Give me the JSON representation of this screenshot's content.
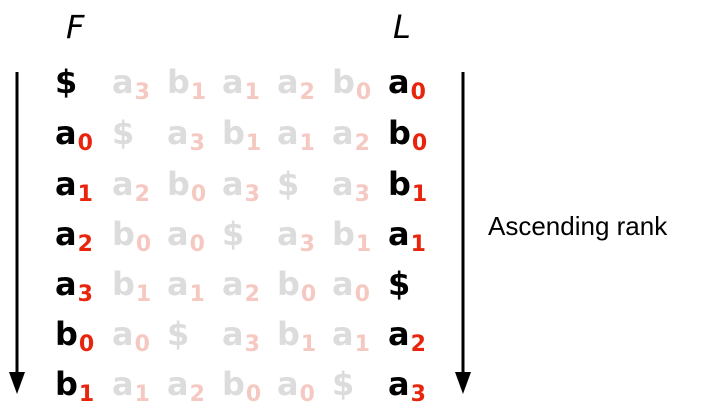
{
  "header": {
    "f_label": "F",
    "l_label": "L"
  },
  "side_label": "Ascending rank",
  "rows": [
    [
      [
        "$",
        ""
      ],
      [
        "a",
        "3"
      ],
      [
        "b",
        "1"
      ],
      [
        "a",
        "1"
      ],
      [
        "a",
        "2"
      ],
      [
        "b",
        "0"
      ],
      [
        "a",
        "0"
      ]
    ],
    [
      [
        "a",
        "0"
      ],
      [
        "$",
        ""
      ],
      [
        "a",
        "3"
      ],
      [
        "b",
        "1"
      ],
      [
        "a",
        "1"
      ],
      [
        "a",
        "2"
      ],
      [
        "b",
        "0"
      ]
    ],
    [
      [
        "a",
        "1"
      ],
      [
        "a",
        "2"
      ],
      [
        "b",
        "0"
      ],
      [
        "a",
        "3"
      ],
      [
        "$",
        ""
      ],
      [
        "a",
        "3"
      ],
      [
        "b",
        "1"
      ]
    ],
    [
      [
        "a",
        "2"
      ],
      [
        "b",
        "0"
      ],
      [
        "a",
        "0"
      ],
      [
        "$",
        ""
      ],
      [
        "a",
        "3"
      ],
      [
        "b",
        "1"
      ],
      [
        "a",
        "1"
      ]
    ],
    [
      [
        "a",
        "3"
      ],
      [
        "b",
        "1"
      ],
      [
        "a",
        "1"
      ],
      [
        "a",
        "2"
      ],
      [
        "b",
        "0"
      ],
      [
        "a",
        "0"
      ],
      [
        "$",
        ""
      ]
    ],
    [
      [
        "b",
        "0"
      ],
      [
        "a",
        "0"
      ],
      [
        "$",
        ""
      ],
      [
        "a",
        "3"
      ],
      [
        "b",
        "1"
      ],
      [
        "a",
        "1"
      ],
      [
        "a",
        "2"
      ]
    ],
    [
      [
        "b",
        "1"
      ],
      [
        "a",
        "1"
      ],
      [
        "a",
        "2"
      ],
      [
        "b",
        "0"
      ],
      [
        "a",
        "0"
      ],
      [
        "$",
        ""
      ],
      [
        "a",
        "3"
      ]
    ]
  ],
  "colors": {
    "highlight_subscript": "#e8250c",
    "faded_text": "#dcdcdc",
    "faded_subscript": "#f5c9c2"
  }
}
